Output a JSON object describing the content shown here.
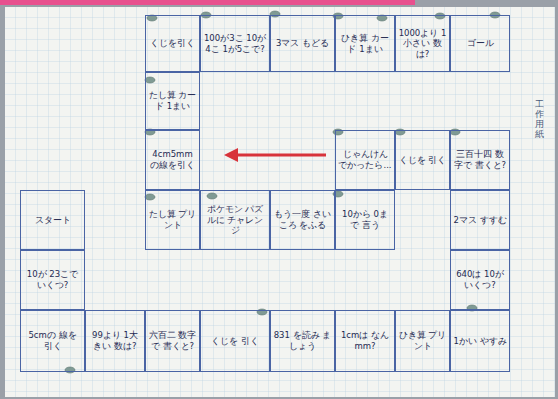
{
  "diagram": {
    "nodes": [
      {
        "text": [
          "くじを引く"
        ]
      },
      {
        "text": [
          "100が3こ 10が4こ 1が5こで?"
        ]
      },
      {
        "text": [
          "3マス もどる"
        ]
      },
      {
        "text": [
          "ひき算 カード 1まい"
        ]
      },
      {
        "text": [
          "1000より 1小さい 数は?"
        ]
      },
      {
        "text": [
          "ゴール"
        ]
      },
      {
        "text": [
          "たし算 カード 1まい"
        ]
      },
      {
        "text": [
          "4cm5mm の線を引く"
        ]
      },
      {
        "text": [
          "じゃんけん でかったら..."
        ]
      },
      {
        "text": [
          "くじを 引く"
        ]
      },
      {
        "text": [
          "三百十四 数字で 書くと?"
        ]
      },
      {
        "text": [
          "スタート"
        ]
      },
      {
        "text": [
          "たし算 プリント"
        ]
      },
      {
        "text": [
          "ポケモン パズルに チャレンジ"
        ]
      },
      {
        "text": [
          "もう一度 さいころ をふる"
        ]
      },
      {
        "text": [
          "10から 0まで 言う"
        ]
      },
      {
        "text": [
          "2マス すすむ"
        ]
      },
      {
        "text": [
          "10が 23こで いくつ?"
        ]
      },
      {
        "text": [
          "640は 10が いくつ?"
        ]
      },
      {
        "text": [
          "5cmの 線を 引く"
        ]
      },
      {
        "text": [
          "99より 1大きい 数は?"
        ]
      },
      {
        "text": [
          "六百二 数字で 書くと?"
        ]
      },
      {
        "text": [
          "くじを 引く"
        ]
      },
      {
        "text": [
          "831 を読み ましょう"
        ]
      },
      {
        "text": [
          "1cmは なんmm?"
        ]
      },
      {
        "text": [
          "ひき算 プリント"
        ]
      },
      {
        "text": [
          "1かい やすみ"
        ]
      }
    ],
    "labels": [
      "工作用紙"
    ]
  }
}
